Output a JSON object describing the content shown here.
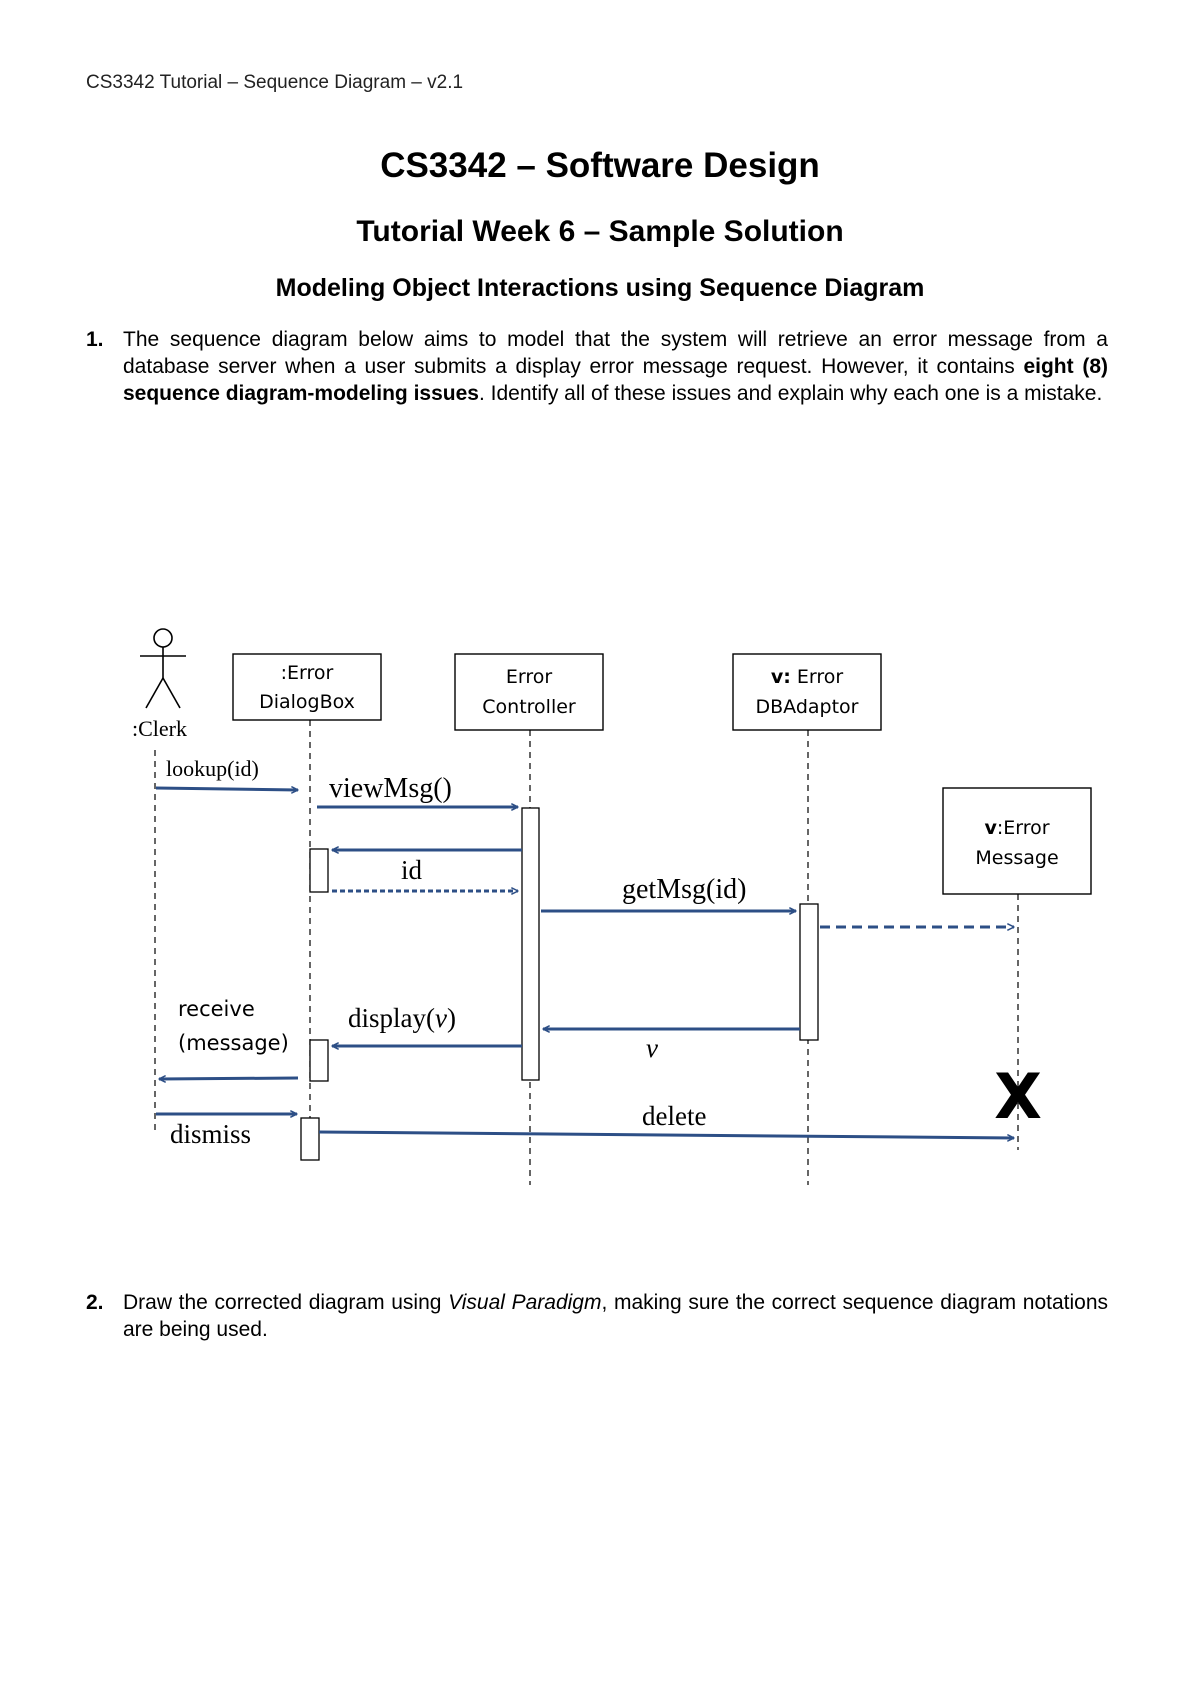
{
  "header": {
    "running_head": "CS3342 Tutorial – Sequence Diagram – v2.1"
  },
  "title": "CS3342 – Software Design",
  "subtitle": "Tutorial Week 6 – Sample Solution",
  "section_heading": "Modeling Object Interactions using Sequence Diagram",
  "questions": [
    {
      "number": "1.",
      "text_before": "The sequence diagram below aims to model that the system will retrieve an error message from a database server when a user submits a display error message request. However, it contains ",
      "emphasis": "eight (8) sequence diagram-modeling issues",
      "text_after": ". Identify all of these issues and explain why each one is a mistake."
    },
    {
      "number": "2.",
      "text_before": "Draw the corrected diagram using ",
      "emphasis": "Visual Paradigm",
      "text_after": ", making sure the correct sequence diagram notations are being used."
    }
  ],
  "diagram": {
    "actor": ":Clerk",
    "lifelines": {
      "dialogbox": {
        "line1": ":Error",
        "line2": "DialogBox"
      },
      "controller": {
        "line1": "Error",
        "line2": "Controller"
      },
      "dbadaptor": {
        "prefix": "v:",
        "line1": " Error",
        "line2": "DBAdaptor"
      },
      "errormessage": {
        "prefix": "v",
        "line1": ":Error",
        "line2": "Message"
      }
    },
    "messages": {
      "lookup": "lookup(id)",
      "viewmsg": "viewMsg()",
      "id": "id",
      "getmsg": "getMsg(id)",
      "display_pre": "display(",
      "display_var": "v",
      "display_post": ")",
      "v_return": "v",
      "receive_line1": "receive",
      "receive_line2": "(message)",
      "dismiss": "dismiss",
      "delete": "delete"
    },
    "destroy_mark": "X",
    "colors": {
      "arrow": "#2d4f86",
      "line": "#000000"
    }
  }
}
